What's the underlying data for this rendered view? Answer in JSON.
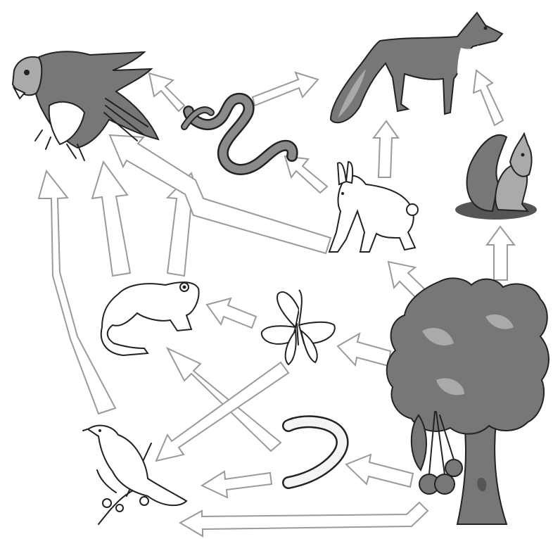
{
  "diagram": {
    "type": "food-web",
    "organisms": [
      {
        "id": "falcon",
        "icon": "falcon-icon"
      },
      {
        "id": "fox",
        "icon": "fox-icon"
      },
      {
        "id": "snake",
        "icon": "snake-icon"
      },
      {
        "id": "hare",
        "icon": "hare-icon"
      },
      {
        "id": "squirrel",
        "icon": "squirrel-icon"
      },
      {
        "id": "frog",
        "icon": "frog-icon"
      },
      {
        "id": "butterfly",
        "icon": "butterfly-icon"
      },
      {
        "id": "tree",
        "icon": "tree-icon"
      },
      {
        "id": "worm",
        "icon": "worm-icon"
      },
      {
        "id": "bird",
        "icon": "songbird-icon"
      }
    ],
    "links": [
      {
        "from": "snake",
        "to": "falcon"
      },
      {
        "from": "snake",
        "to": "fox"
      },
      {
        "from": "hare",
        "to": "snake"
      },
      {
        "from": "hare",
        "to": "fox"
      },
      {
        "from": "hare",
        "to": "falcon"
      },
      {
        "from": "squirrel",
        "to": "fox"
      },
      {
        "from": "tree",
        "to": "squirrel"
      },
      {
        "from": "tree",
        "to": "hare"
      },
      {
        "from": "tree",
        "to": "butterfly"
      },
      {
        "from": "tree",
        "to": "worm"
      },
      {
        "from": "tree",
        "to": "bird"
      },
      {
        "from": "butterfly",
        "to": "frog"
      },
      {
        "from": "butterfly",
        "to": "bird"
      },
      {
        "from": "worm",
        "to": "frog"
      },
      {
        "from": "worm",
        "to": "bird"
      },
      {
        "from": "frog",
        "to": "falcon"
      },
      {
        "from": "frog",
        "to": "snake"
      },
      {
        "from": "bird",
        "to": "falcon"
      }
    ],
    "colors": {
      "arrow_fill": "#ffffff",
      "arrow_stroke": "#9a9a9a",
      "ink": "#222222",
      "shade_dark": "#555555",
      "shade_mid": "#777777",
      "shade_light": "#aaaaaa"
    }
  }
}
